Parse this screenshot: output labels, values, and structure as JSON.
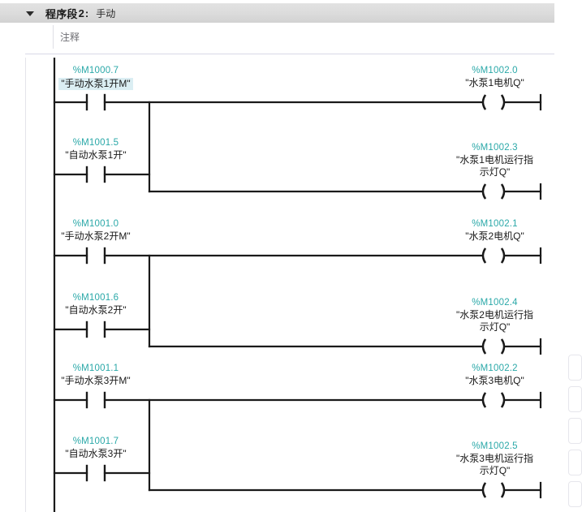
{
  "network": {
    "collapse_icon": "triangle-down-icon",
    "title_prefix": "程序段",
    "number": "2",
    "colon": ":",
    "subtitle": "手动"
  },
  "comment": {
    "placeholder": "注释",
    "value": "注释"
  },
  "colors": {
    "address": "#2aa8a8",
    "symbol": "#1a1a1a",
    "selection": "#dbeef3",
    "header_bg": "#dcdcdc",
    "wire": "#1a1a1a"
  },
  "ladder": {
    "rungs": [
      {
        "id": "rung-1",
        "contacts": [
          {
            "address": "%M1000.7",
            "symbol": "\"手动水泵1开M\"",
            "type": "no-contact",
            "selected": true
          },
          {
            "address": "%M1001.5",
            "symbol": "\"自动水泵1开\"",
            "type": "no-contact",
            "selected": false
          }
        ],
        "coils": [
          {
            "address": "%M1002.0",
            "symbol": "\"水泵1电机Q\"",
            "type": "coil"
          },
          {
            "address": "%M1002.3",
            "symbol": "\"水泵1电机运行指示灯Q\"",
            "type": "coil"
          }
        ]
      },
      {
        "id": "rung-2",
        "contacts": [
          {
            "address": "%M1001.0",
            "symbol": "\"手动水泵2开M\"",
            "type": "no-contact",
            "selected": false
          },
          {
            "address": "%M1001.6",
            "symbol": "\"自动水泵2开\"",
            "type": "no-contact",
            "selected": false
          }
        ],
        "coils": [
          {
            "address": "%M1002.1",
            "symbol": "\"水泵2电机Q\"",
            "type": "coil"
          },
          {
            "address": "%M1002.4",
            "symbol": "\"水泵2电机运行指示灯Q\"",
            "type": "coil"
          }
        ]
      },
      {
        "id": "rung-3",
        "contacts": [
          {
            "address": "%M1001.1",
            "symbol": "\"手动水泵3开M\"",
            "type": "no-contact",
            "selected": false
          },
          {
            "address": "%M1001.7",
            "symbol": "\"自动水泵3开\"",
            "type": "no-contact",
            "selected": false
          }
        ],
        "coils": [
          {
            "address": "%M1002.2",
            "symbol": "\"水泵3电机Q\"",
            "type": "coil"
          },
          {
            "address": "%M1002.5",
            "symbol": "\"水泵3电机运行指示灯Q\"",
            "type": "coil"
          }
        ]
      }
    ],
    "wrapped_symbols": {
      "m1002_3_line1": "\"水泵1电机运行指",
      "m1002_3_line2": "示灯Q\"",
      "m1002_4_line1": "\"水泵2电机运行指",
      "m1002_4_line2": "示灯Q\"",
      "m1002_5_line1": "\"水泵3电机运行指",
      "m1002_5_line2": "示灯Q\""
    }
  }
}
